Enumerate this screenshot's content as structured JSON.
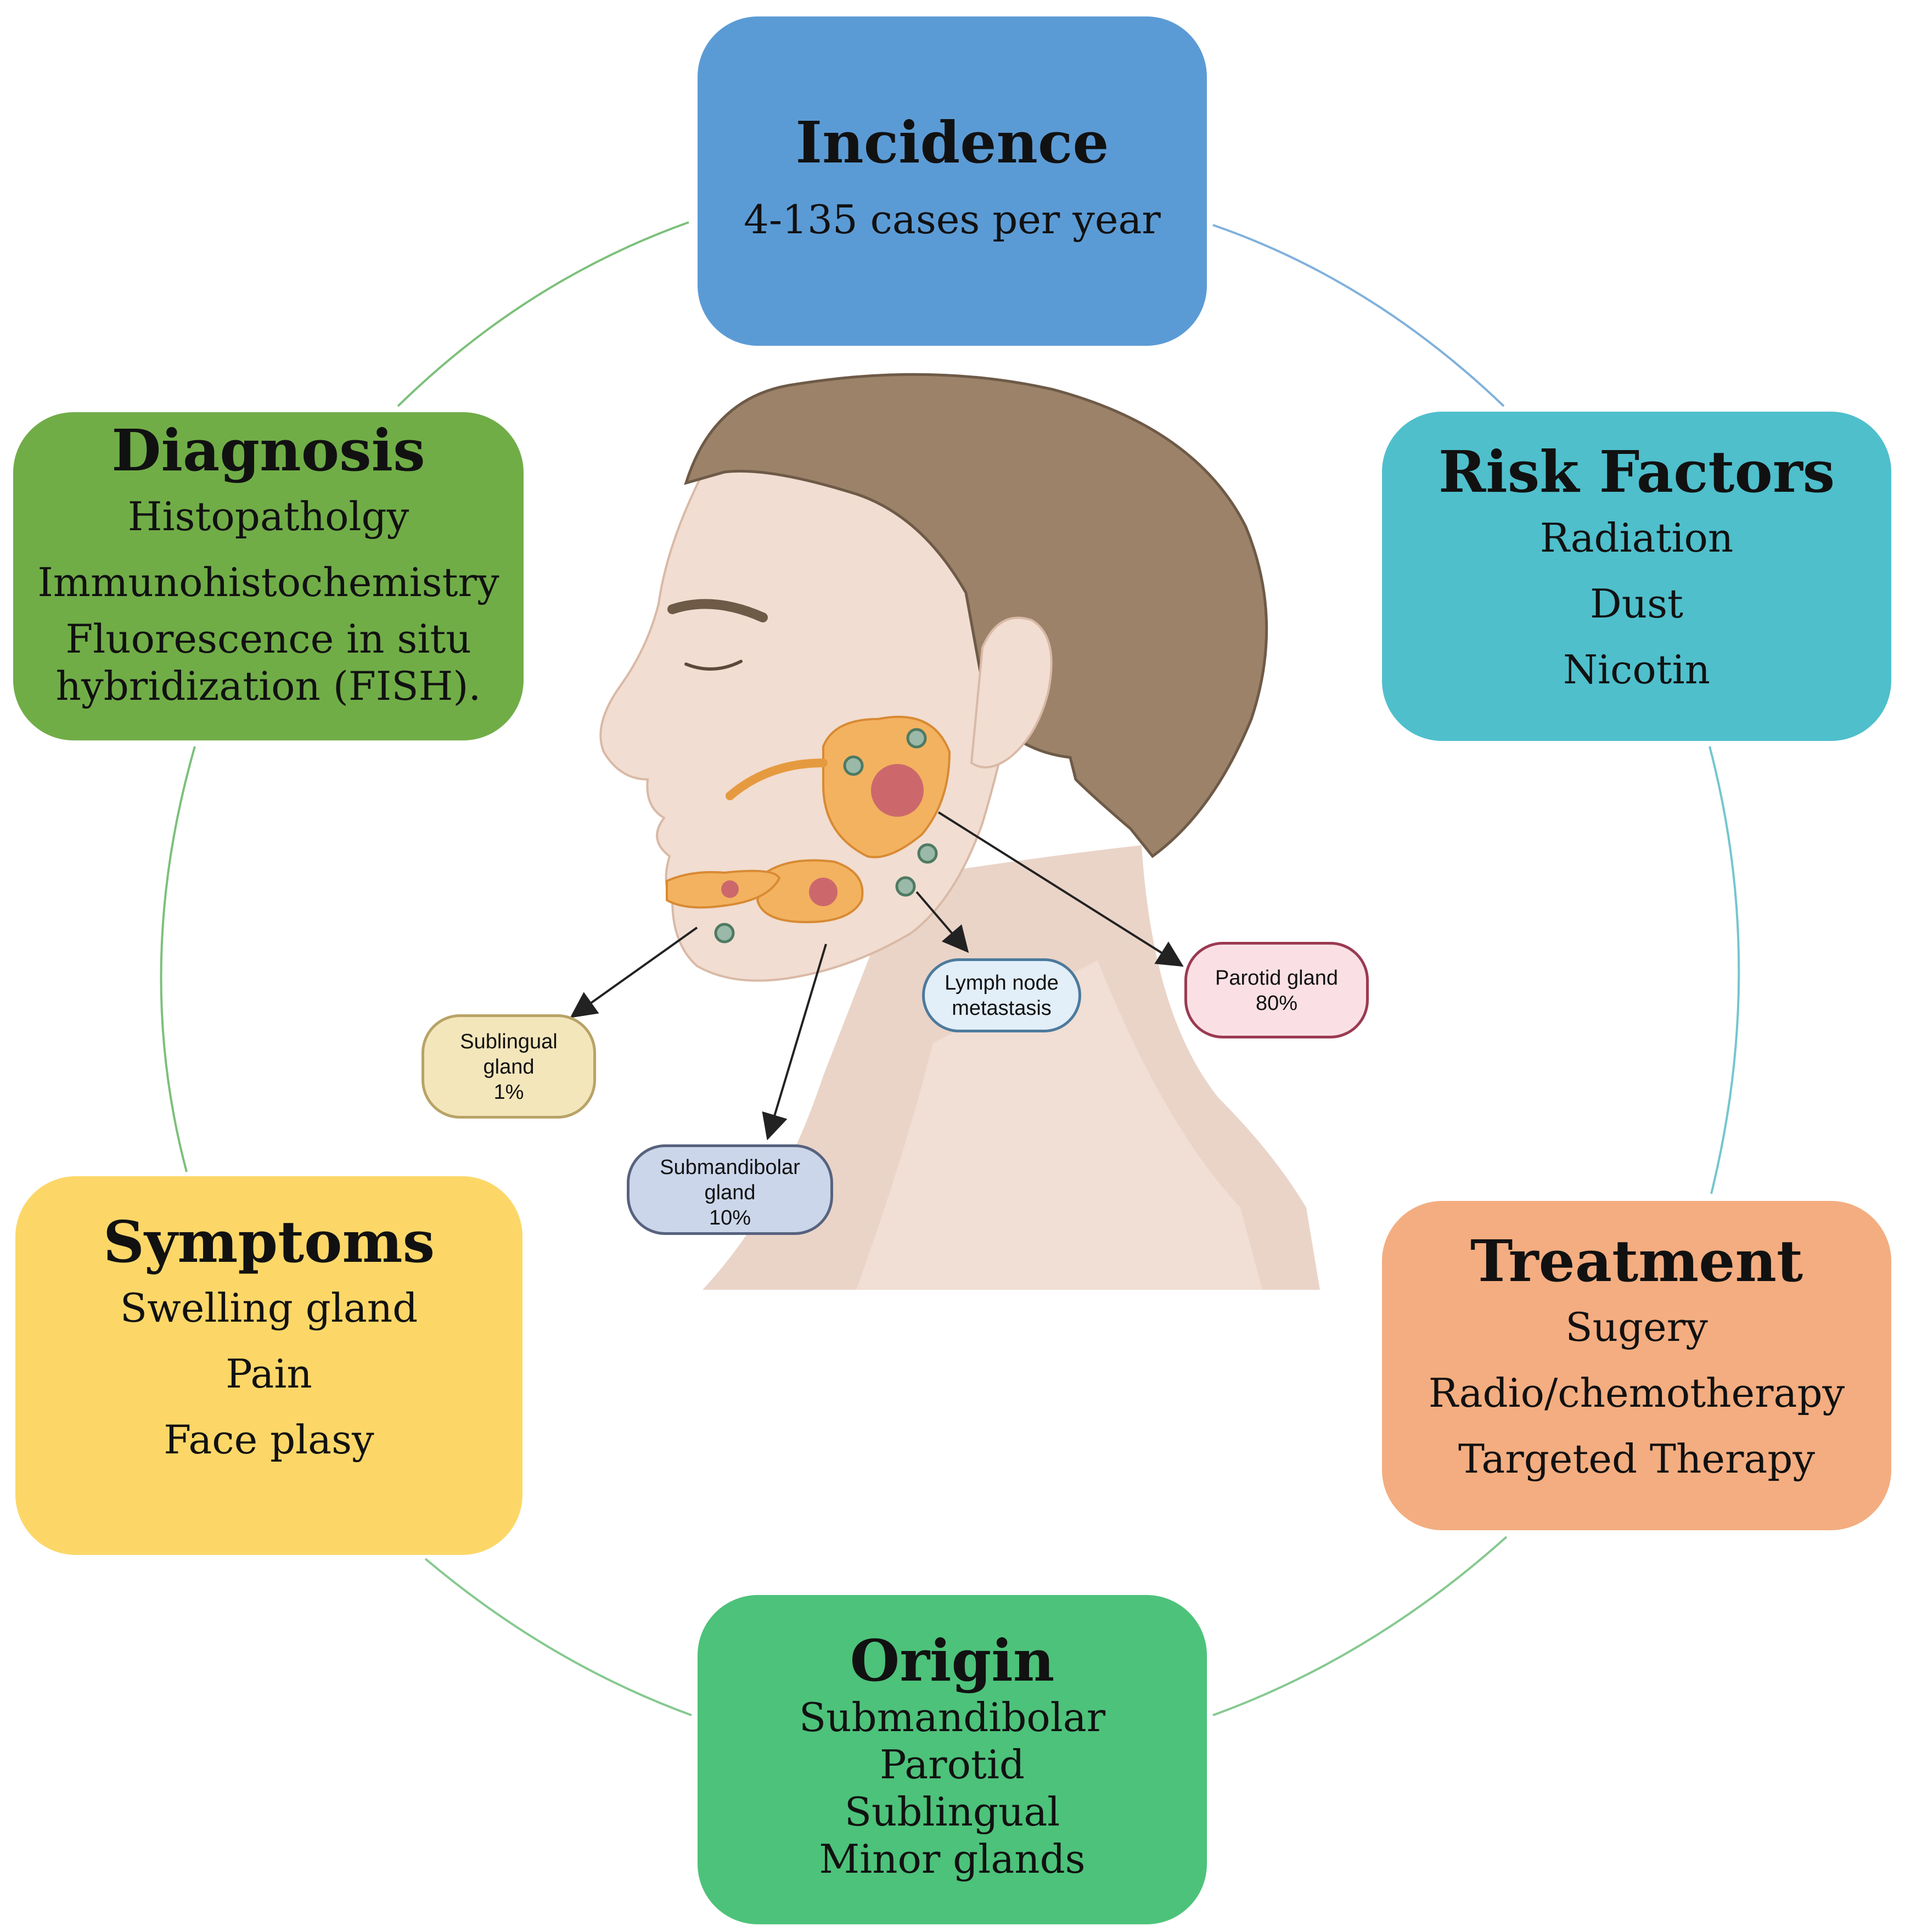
{
  "colors": {
    "incidence": "#5b9bd5",
    "risk_factors": "#4fbfcc",
    "treatment": "#f3ad80",
    "origin": "#4dc27a",
    "symptoms": "#fcd768",
    "diagnosis": "#70ad47",
    "skin": "#f1ddd1",
    "hair": "#9b8269",
    "gland": "#f3b25f"
  },
  "incidence": {
    "title": "Incidence",
    "items": [
      "4-135 cases per year"
    ]
  },
  "risk_factors": {
    "title": "Risk Factors",
    "items": [
      "Radiation",
      "Dust",
      "Nicotin"
    ]
  },
  "treatment": {
    "title": "Treatment",
    "items": [
      "Sugery",
      "Radio/chemotherapy",
      "Targeted Therapy"
    ]
  },
  "origin": {
    "title": "Origin",
    "items": [
      "Submandibolar",
      "Parotid",
      "Sublingual",
      "Minor glands"
    ]
  },
  "symptoms": {
    "title": "Symptoms",
    "items": [
      "Swelling gland",
      "Pain",
      "Face plasy"
    ]
  },
  "diagnosis": {
    "title": "Diagnosis",
    "items": [
      "Histopatholgy",
      "Immunohistochemistry",
      "Fluorescence in situ hybridization (FISH)."
    ]
  },
  "illustration": {
    "labels": {
      "sublingual": [
        "Sublingual",
        "gland",
        "1%"
      ],
      "submandibular": [
        "Submandibolar",
        "gland",
        "10%"
      ],
      "lymph_node": [
        "Lymph node",
        "metastasis"
      ],
      "parotid": [
        "Parotid gland",
        "80%"
      ]
    }
  }
}
